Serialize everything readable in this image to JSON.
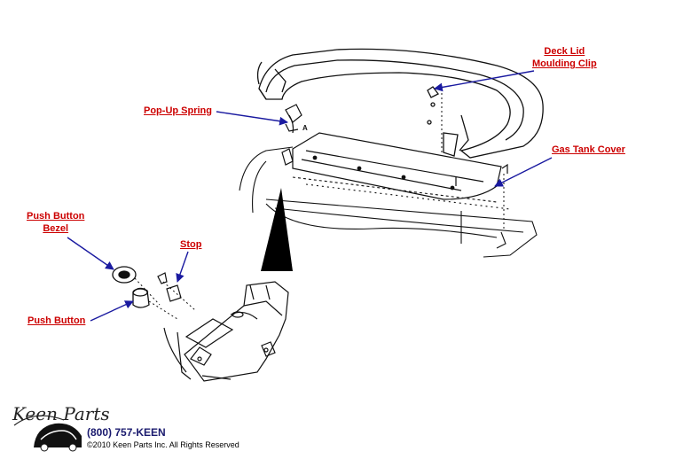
{
  "labels": {
    "deck_lid_line1": "Deck Lid",
    "deck_lid_line2": "Moulding Clip",
    "pop_up_spring": "Pop-Up Spring",
    "gas_tank_cover": "Gas Tank Cover",
    "push_button_bezel_line1": "Push Button",
    "push_button_bezel_line2": "Bezel",
    "stop": "Stop",
    "push_button": "Push Button"
  },
  "callout_letter": "A",
  "branding": {
    "logo_text": "Keen Parts",
    "phone": "(800) 757-KEEN",
    "copyright": "©2010 Keen Parts Inc. All Rights Reserved"
  },
  "colors": {
    "label": "#cc0000",
    "arrow": "#1a1aa0",
    "drawing": "#111111"
  }
}
